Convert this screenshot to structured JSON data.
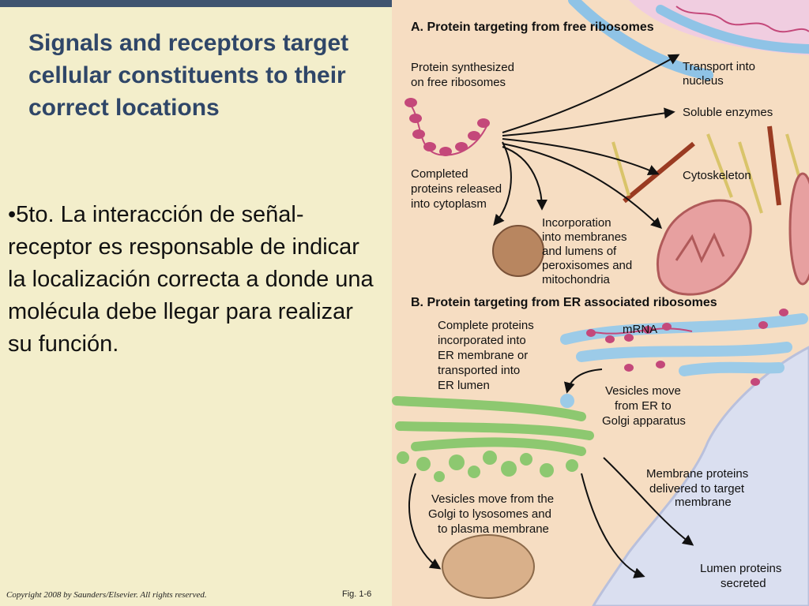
{
  "slide": {
    "title": "Signals and receptors target cellular constituents to their correct locations",
    "bullet": "•5to.  La interacción de señal-receptor es responsable de indicar la localización correcta a donde una molécula debe llegar para realizar su función.",
    "copyright": "Copyright 2008 by Saunders/Elsevier. All rights reserved.",
    "figure_label": "Fig. 1-6"
  },
  "diagram": {
    "section_a_title": "A. Protein targeting from free ribosomes",
    "section_b_title": "B. Protein targeting from ER associated ribosomes",
    "a_labels": {
      "synth_1": "Protein synthesized",
      "synth_2": "on free ribosomes",
      "nucleus_1": "Transport into",
      "nucleus_2": "nucleus",
      "soluble": "Soluble enzymes",
      "cytoskeleton": "Cytoskeleton",
      "released_1": "Completed",
      "released_2": "proteins released",
      "released_3": "into cytoplasm",
      "incorp_1": "Incorporation",
      "incorp_2": "into membranes",
      "incorp_3": "and lumens of",
      "incorp_4": "peroxisomes and",
      "incorp_5": "mitochondria"
    },
    "b_labels": {
      "complete_1": "Complete proteins",
      "complete_2": "incorporated into",
      "complete_3": "ER membrane or",
      "complete_4": "transported into",
      "complete_5": "ER lumen",
      "mrna": "mRNA",
      "vesicles_er_1": "Vesicles move",
      "vesicles_er_2": "from ER to",
      "vesicles_er_3": "Golgi apparatus",
      "membrane_1": "Membrane proteins",
      "membrane_2": "delivered to target",
      "membrane_3": "membrane",
      "golgi_1": "Vesicles move from the",
      "golgi_2": "Golgi to lysosomes and",
      "golgi_3": "to plasma membrane",
      "lumen_1": "Lumen proteins",
      "lumen_2": "secreted"
    },
    "colors": {
      "nucleus": "#8fc3e6",
      "er": "#9ccbe8",
      "golgi": "#8dc870",
      "mitochondria": "#e7a0a0",
      "ribosome": "#c4487a",
      "cytoskeleton": "#9a3b22",
      "filament": "#d9c46a",
      "background": "#f3eecb"
    }
  }
}
